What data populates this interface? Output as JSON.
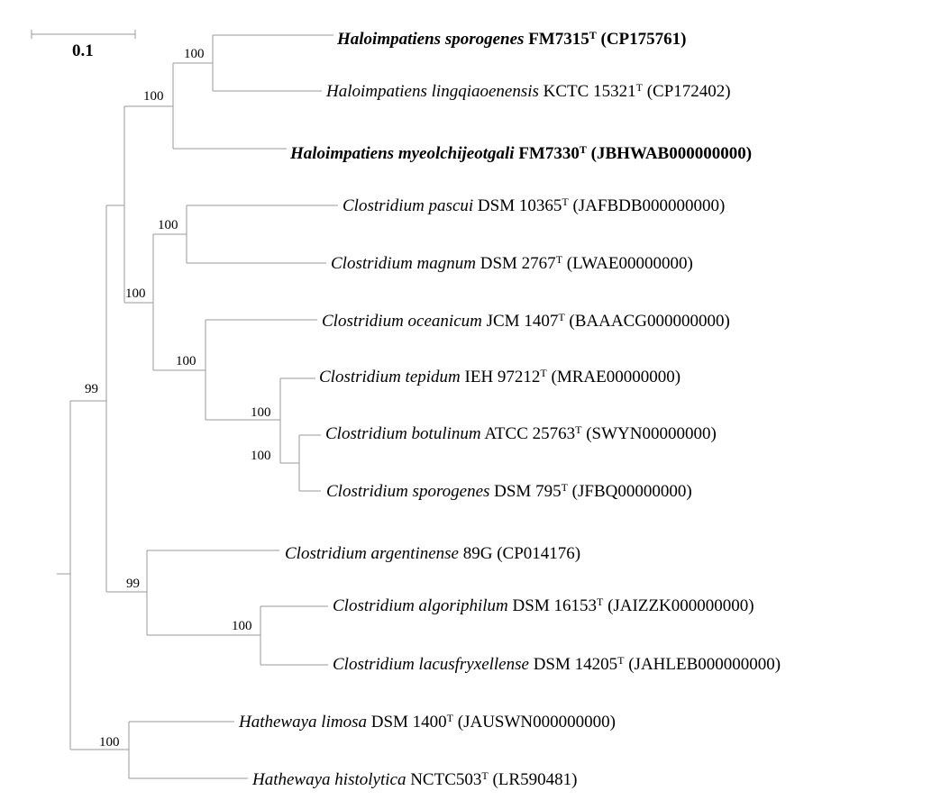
{
  "scale_bar": {
    "label": "0.1"
  },
  "leaves": [
    {
      "name": "Haloimpatiens sporogenes",
      "strain": "FM7315",
      "sup": "T",
      "acc": "(CP175761)",
      "bold": true
    },
    {
      "name": "Haloimpatiens lingqiaoenensis",
      "strain": "KCTC 15321",
      "sup": "T",
      "acc": "(CP172402)",
      "bold": false
    },
    {
      "name": "Haloimpatiens myeolchijeotgali",
      "strain": "FM7330",
      "sup": "T",
      "acc": "(JBHWAB000000000)",
      "bold": true
    },
    {
      "name": "Clostridium pascui",
      "strain": "DSM 10365",
      "sup": "T",
      "acc": "(JAFBDB000000000)",
      "bold": false
    },
    {
      "name": "Clostridium magnum",
      "strain": "DSM 2767",
      "sup": "T",
      "acc": "(LWAE00000000)",
      "bold": false
    },
    {
      "name": "Clostridium oceanicum",
      "strain": "JCM 1407",
      "sup": "T",
      "acc": "(BAAACG000000000)",
      "bold": false
    },
    {
      "name": "Clostridium tepidum",
      "strain": "IEH 97212",
      "sup": "T",
      "acc": "(MRAE00000000)",
      "bold": false
    },
    {
      "name": "Clostridium botulinum",
      "strain": "ATCC 25763",
      "sup": "T",
      "acc": "(SWYN00000000)",
      "bold": false
    },
    {
      "name": "Clostridium sporogenes",
      "strain": "DSM 795",
      "sup": "T",
      "acc": "(JFBQ00000000)",
      "bold": false
    },
    {
      "name": "Clostridium argentinense",
      "strain": "89G",
      "sup": "",
      "acc": "(CP014176)",
      "bold": false
    },
    {
      "name": "Clostridium algoriphilum",
      "strain": "DSM 16153",
      "sup": "T",
      "acc": "(JAIZZK000000000)",
      "bold": false
    },
    {
      "name": "Clostridium lacusfryxellense",
      "strain": "DSM 14205",
      "sup": "T",
      "acc": "(JAHLEB000000000)",
      "bold": false
    },
    {
      "name": "Hathewaya limosa",
      "strain": "DSM 1400",
      "sup": "T",
      "acc": "(JAUSWN000000000)",
      "bold": false
    },
    {
      "name": "Hathewaya histolytica",
      "strain": "NCTC503",
      "sup": "T",
      "acc": "(LR590481)",
      "bold": false
    }
  ],
  "bootstrap": {
    "root_clade": "99",
    "halo_sporo_lingq": "100",
    "halo_all": "100",
    "clostridium_main": "100",
    "pascui_magnum": "100",
    "oceanicum_clade": "100",
    "tepidum_clade": "100",
    "botulinum_sporogenes": "100",
    "argentinense_clade": "99",
    "algoriphilum_lacus": "100",
    "hathewaya": "100"
  }
}
